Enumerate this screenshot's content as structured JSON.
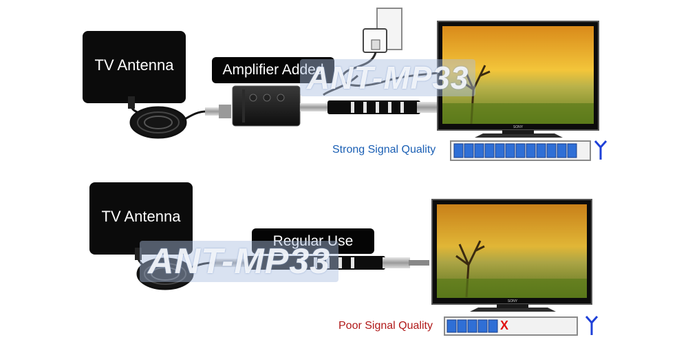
{
  "top": {
    "antenna_label": "TV Antenna",
    "mode_label": "Amplifier Added",
    "quality_label": "Strong Signal Quality",
    "signal_bars": 12,
    "total_bars": 12,
    "watermark": "ANT-MP33",
    "tv_brand": "SONY"
  },
  "bottom": {
    "antenna_label": "TV Antenna",
    "mode_label": "Regular Use",
    "quality_label": "Poor Signal Quality",
    "signal_bars": 5,
    "total_bars": 12,
    "failure_mark": "X",
    "watermark": "ANT-MP33",
    "tv_brand": "SONY"
  },
  "colors": {
    "strong_text": "#1a5fb4",
    "poor_text": "#b01818",
    "bar_fill": "#2f6fd6",
    "signal_icon": "#1e40d8"
  }
}
